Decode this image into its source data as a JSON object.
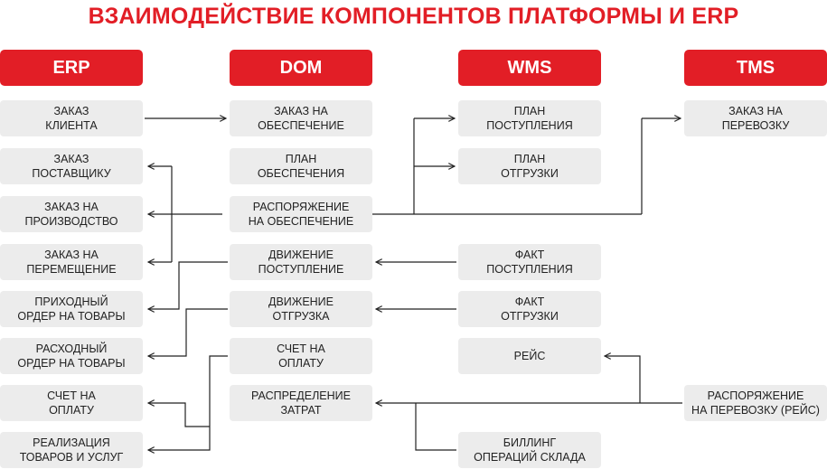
{
  "title": "ВЗАИМОДЕЙСТВИЕ КОМПОНЕНТОВ ПЛАТФОРМЫ И ERP",
  "colors": {
    "accent": "#e21e26",
    "box": "#ececec",
    "line": "#222222"
  },
  "columns": {
    "erp": {
      "header": "ERP",
      "items": [
        "ЗАКАЗ\nКЛИЕНТА",
        "ЗАКАЗ\nПОСТАВЩИКУ",
        "ЗАКАЗ НА\nПРОИЗВОДСТВО",
        "ЗАКАЗ НА\nПЕРЕМЕЩЕНИЕ",
        "ПРИХОДНЫЙ\nОРДЕР НА ТОВАРЫ",
        "РАСХОДНЫЙ\nОРДЕР НА ТОВАРЫ",
        "СЧЕТ НА\nОПЛАТУ",
        "РЕАЛИЗАЦИЯ\nТОВАРОВ И УСЛУГ"
      ]
    },
    "dom": {
      "header": "DOM",
      "items": [
        "ЗАКАЗ НА\nОБЕСПЕЧЕНИЕ",
        "ПЛАН\nОБЕСПЕЧЕНИЯ",
        "РАСПОРЯЖЕНИЕ\nНА ОБЕСПЕЧЕНИЕ",
        "ДВИЖЕНИЕ\nПОСТУПЛЕНИЕ",
        "ДВИЖЕНИЕ\nОТГРУЗКА",
        "СЧЕТ НА\nОПЛАТУ",
        "РАСПРЕДЕЛЕНИЕ\nЗАТРАТ"
      ]
    },
    "wms": {
      "header": "WMS",
      "items": [
        "ПЛАН\nПОСТУПЛЕНИЯ",
        "ПЛАН\nОТГРУЗКИ",
        "ФАКТ\nПОСТУПЛЕНИЯ",
        "ФАКТ\nОТГРУЗКИ",
        "РЕЙС",
        "БИЛЛИНГ\nОПЕРАЦИЙ СКЛАДА"
      ]
    },
    "tms": {
      "header": "TMS",
      "items": [
        "ЗАКАЗ НА\nПЕРЕВОЗКУ",
        "РАСПОРЯЖЕНИЕ\nНА ПЕРЕВОЗКУ (РЕЙС)"
      ]
    }
  }
}
